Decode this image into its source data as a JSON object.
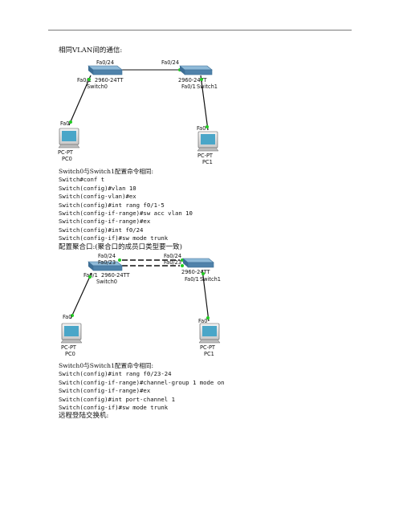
{
  "section1": {
    "heading": "相同VLAN间的通信:",
    "topology": {
      "switch_left": {
        "model": "2960-24TT",
        "name": "Switch0"
      },
      "switch_right": {
        "model": "2960-24TT",
        "name": "Switch1"
      },
      "pc_left": {
        "type": "PC-PT",
        "name": "PC0",
        "port": "Fa0"
      },
      "pc_right": {
        "type": "PC-PT",
        "name": "PC1",
        "port": "Fa0"
      },
      "ports": {
        "sw0_uplink": "Fa0/24",
        "sw1_uplink": "Fa0/24",
        "sw0_access": "Fa0/1",
        "sw1_access": "Fa0/1"
      }
    },
    "intro": "Switch0与Switch1配置命令相同:",
    "commands": [
      "Switch#conf t",
      "Switch(config)#vlan 10",
      "Switch(config-vlan)#ex",
      "Switch(config)#int rang f0/1-5",
      "Switch(config-if-range)#sw acc vlan 10",
      "Switch(config-if-range)#ex",
      "Switch(config)#int f0/24",
      "Switch(config-if)#sw mode trunk"
    ]
  },
  "section2": {
    "heading": "配置聚合口:(聚合口的成员口类型要一致)",
    "topology": {
      "switch_left": {
        "model": "2960-24TT",
        "name": "Switch0"
      },
      "switch_right": {
        "model": "2960-24TT",
        "name": "Switch1"
      },
      "pc_left": {
        "type": "PC-PT",
        "name": "PC0",
        "port": "Fa0"
      },
      "pc_right": {
        "type": "PC-PT",
        "name": "PC1",
        "port": "Fa0"
      },
      "ports": {
        "p24": "Fa0/24",
        "p23": "Fa0/23",
        "sw0_access": "Fa0/1",
        "sw1_access": "Fa0/1"
      }
    },
    "intro": "Switch0与Switch1配置命令相同:",
    "commands": [
      "Switch(config)#int rang f0/23-24",
      "Switch(config-if-range)#channel-group 1 mode on",
      "Switch(config-if-range)#ex",
      "Switch(config)#int port-channel 1",
      "Switch(config-if)#sw mode trunk"
    ]
  },
  "section3": {
    "heading": "远程登陆交换机:"
  },
  "colors": {
    "link": "#111111",
    "link_up": "#22cc22",
    "switch_top": "#6a9fc4",
    "switch_side": "#3d6e95"
  }
}
